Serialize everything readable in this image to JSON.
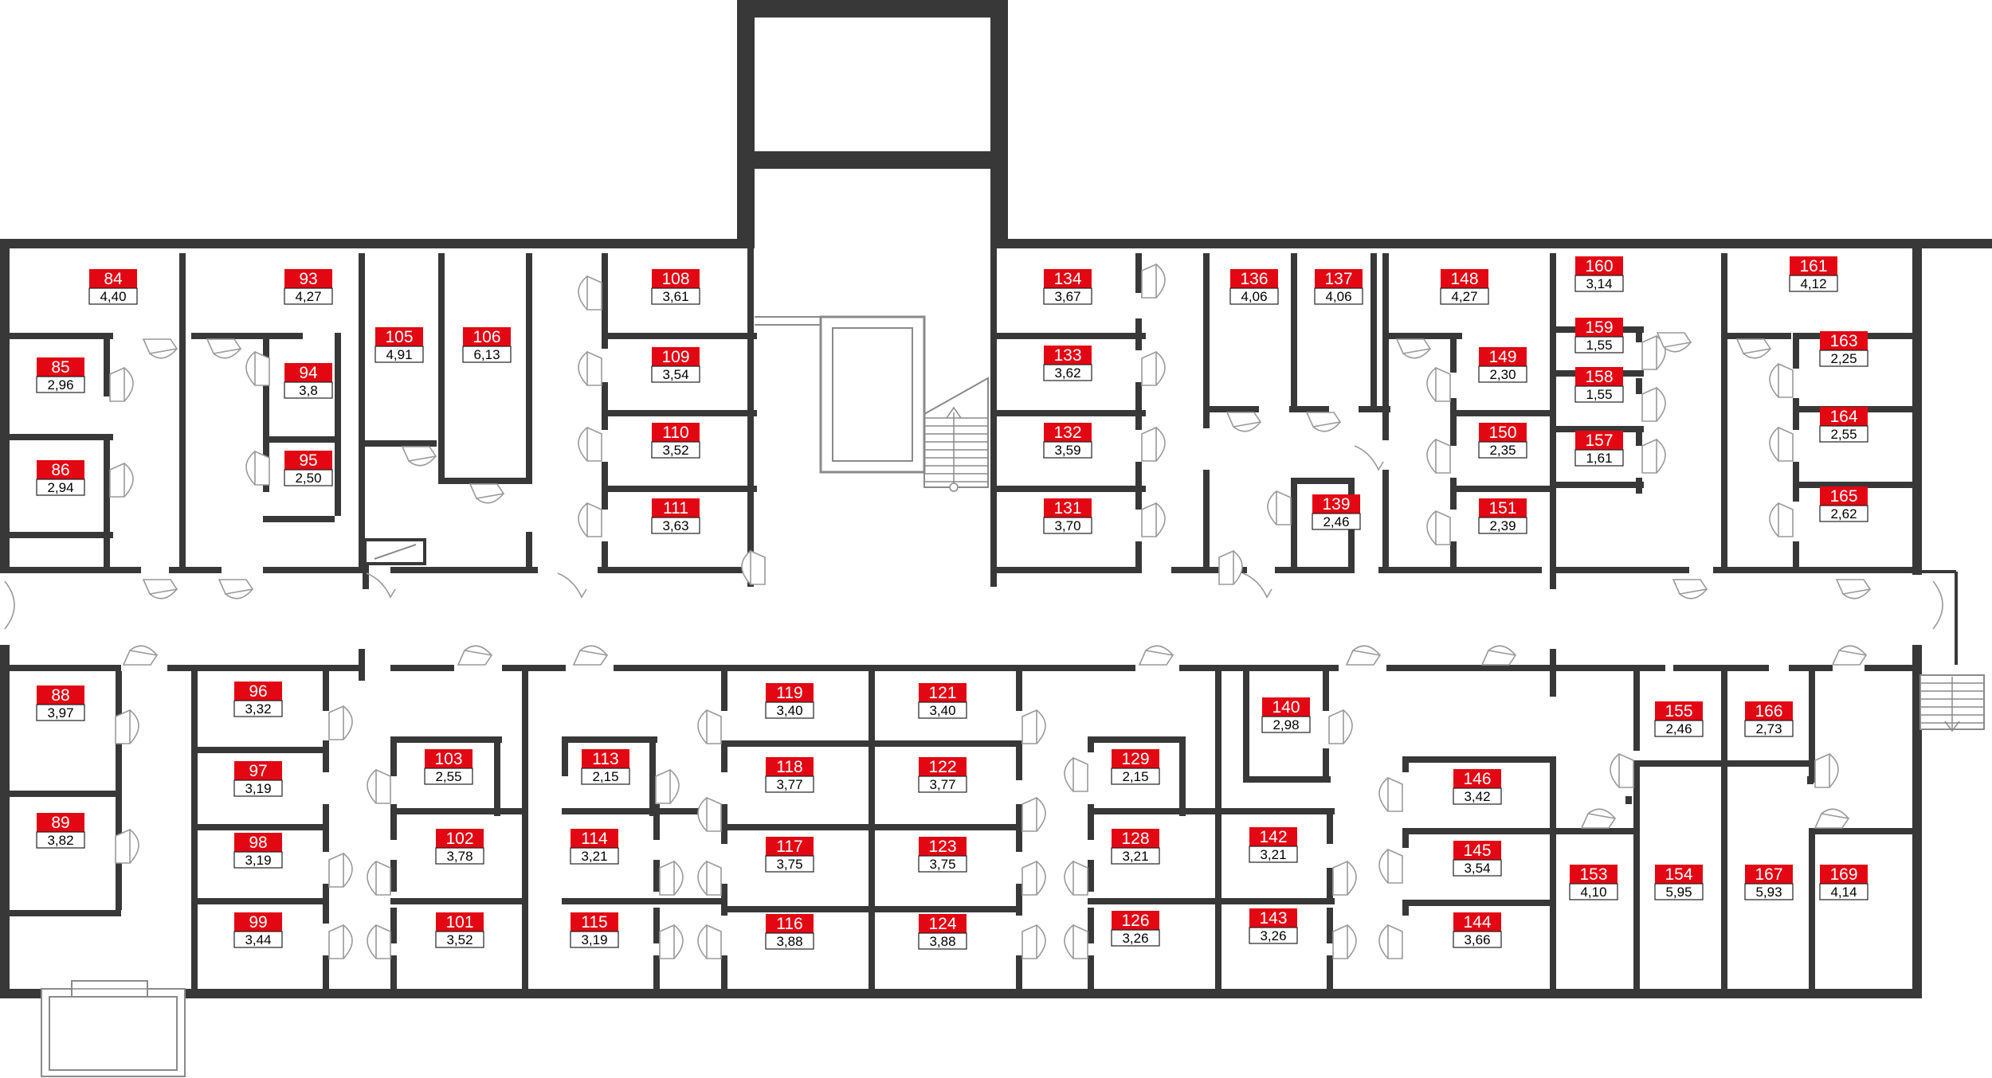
{
  "colors": {
    "wall": "#383838",
    "label_fill": "#e30613",
    "label_text": "#ffffff",
    "area_text": "#000000",
    "door": "#9a9a9a",
    "background": "#ffffff"
  },
  "icons": [
    "door-icon",
    "stair-icon",
    "elevator-icon"
  ],
  "rooms": [
    {
      "id": "84",
      "area": "4,40"
    },
    {
      "id": "85",
      "area": "2,96"
    },
    {
      "id": "86",
      "area": "2,94"
    },
    {
      "id": "93",
      "area": "4,27"
    },
    {
      "id": "94",
      "area": "3,8"
    },
    {
      "id": "95",
      "area": "2,50"
    },
    {
      "id": "105",
      "area": "4,91"
    },
    {
      "id": "106",
      "area": "6,13"
    },
    {
      "id": "108",
      "area": "3,61"
    },
    {
      "id": "109",
      "area": "3,54"
    },
    {
      "id": "110",
      "area": "3,52"
    },
    {
      "id": "111",
      "area": "3,63"
    },
    {
      "id": "134",
      "area": "3,67"
    },
    {
      "id": "133",
      "area": "3,62"
    },
    {
      "id": "132",
      "area": "3,59"
    },
    {
      "id": "131",
      "area": "3,70"
    },
    {
      "id": "136",
      "area": "4,06"
    },
    {
      "id": "137",
      "area": "4,06"
    },
    {
      "id": "139",
      "area": "2,46"
    },
    {
      "id": "148",
      "area": "4,27"
    },
    {
      "id": "149",
      "area": "2,30"
    },
    {
      "id": "150",
      "area": "2,35"
    },
    {
      "id": "151",
      "area": "2,39"
    },
    {
      "id": "160",
      "area": "3,14"
    },
    {
      "id": "159",
      "area": "1,55"
    },
    {
      "id": "158",
      "area": "1,55"
    },
    {
      "id": "157",
      "area": "1,61"
    },
    {
      "id": "161",
      "area": "4,12"
    },
    {
      "id": "163",
      "area": "2,25"
    },
    {
      "id": "164",
      "area": "2,55"
    },
    {
      "id": "165",
      "area": "2,62"
    },
    {
      "id": "88",
      "area": "3,97"
    },
    {
      "id": "89",
      "area": "3,82"
    },
    {
      "id": "96",
      "area": "3,32"
    },
    {
      "id": "97",
      "area": "3,19"
    },
    {
      "id": "98",
      "area": "3,19"
    },
    {
      "id": "99",
      "area": "3,44"
    },
    {
      "id": "103",
      "area": "2,55"
    },
    {
      "id": "102",
      "area": "3,78"
    },
    {
      "id": "101",
      "area": "3,52"
    },
    {
      "id": "113",
      "area": "2,15"
    },
    {
      "id": "114",
      "area": "3,21"
    },
    {
      "id": "115",
      "area": "3,19"
    },
    {
      "id": "119",
      "area": "3,40"
    },
    {
      "id": "118",
      "area": "3,77"
    },
    {
      "id": "117",
      "area": "3,75"
    },
    {
      "id": "116",
      "area": "3,88"
    },
    {
      "id": "121",
      "area": "3,40"
    },
    {
      "id": "122",
      "area": "3,77"
    },
    {
      "id": "123",
      "area": "3,75"
    },
    {
      "id": "124",
      "area": "3,88"
    },
    {
      "id": "129",
      "area": "2,15"
    },
    {
      "id": "128",
      "area": "3,21"
    },
    {
      "id": "126",
      "area": "3,26"
    },
    {
      "id": "140",
      "area": "2,98"
    },
    {
      "id": "142",
      "area": "3,21"
    },
    {
      "id": "143",
      "area": "3,26"
    },
    {
      "id": "146",
      "area": "3,42"
    },
    {
      "id": "145",
      "area": "3,54"
    },
    {
      "id": "144",
      "area": "3,66"
    },
    {
      "id": "153",
      "area": "4,10"
    },
    {
      "id": "155",
      "area": "2,46"
    },
    {
      "id": "154",
      "area": "5,95"
    },
    {
      "id": "166",
      "area": "2,73"
    },
    {
      "id": "167",
      "area": "5,93"
    },
    {
      "id": "169",
      "area": "4,14"
    }
  ]
}
